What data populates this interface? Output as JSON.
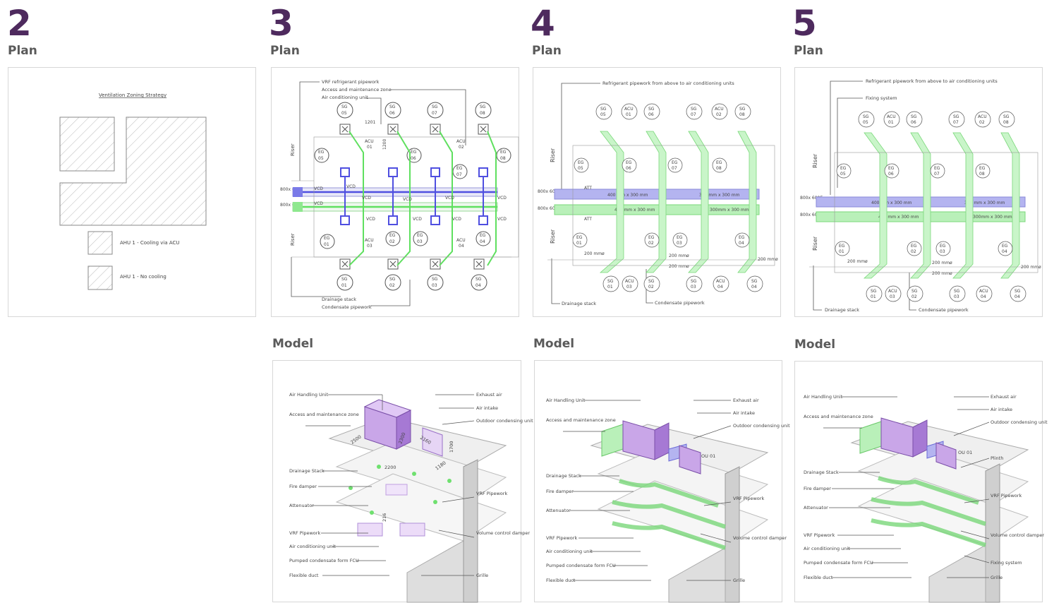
{
  "stages": [
    {
      "number": "2",
      "plan_label": "Plan"
    },
    {
      "number": "3",
      "plan_label": "Plan",
      "model_label": "Model"
    },
    {
      "number": "4",
      "plan_label": "Plan",
      "model_label": "Model"
    },
    {
      "number": "5",
      "plan_label": "Plan",
      "model_label": "Model"
    }
  ],
  "plan2": {
    "title": "Ventilation Zoning Strategy",
    "legend": [
      "AHU 1 - Cooling via ACU",
      "AHU 1 - No cooling"
    ]
  },
  "plan3": {
    "callouts": [
      "VRF refrigerant pipework",
      "Access and maintenance zone",
      "Air conditioning unit",
      "Drainage stack",
      "Condensate pipework"
    ],
    "top_grilles": [
      "05",
      "06",
      "07",
      "08"
    ],
    "bottom_grilles": [
      "01",
      "02",
      "03",
      "04"
    ],
    "extract_top": [
      "05",
      "06",
      "07",
      "08"
    ],
    "extract_bottom": [
      "01",
      "02",
      "03",
      "04"
    ],
    "acu_top": [
      "01",
      "02"
    ],
    "acu_bottom": [
      "03",
      "04"
    ],
    "dims": [
      "1201",
      "1200"
    ],
    "riser": "Riser",
    "duct_labels": [
      "800x 600E",
      "800x 600S"
    ],
    "vcd": "VCD"
  },
  "plan4": {
    "callouts": [
      "Refrigerant pipework from above to air conditioning units",
      "Drainage stack",
      "Condensate pipework"
    ],
    "duct_sizes": [
      "400 mm x 300 mm",
      "300 mm x 300 mm",
      "400 mm x 300 mm",
      "300mm x 300 mm"
    ],
    "pipe": "200 mmø",
    "att": "ATT"
  },
  "plan5": {
    "callouts": [
      "Refrigerant pipework from above to air conditioning units",
      "Fixing system",
      "Drainage stack",
      "Condensate pipework"
    ],
    "duct_sizes": [
      "400 mm x 300 mm",
      "300 mm x 300 mm",
      "400 mm x 300 mm",
      "300mm x 300 mm"
    ],
    "pipe": "200 mmø"
  },
  "model3": {
    "left": [
      "Air Handling Unit",
      "Access and maintenance zone",
      "Drainage Stack",
      "Fire damper",
      "Attenuator",
      "VRF Pipework",
      "Air conditioning unit",
      "Pumped condensate form FCU",
      "Flexible duct"
    ],
    "right": [
      "Exhaust air",
      "Air intake",
      "Outdoor condensing unit",
      "VRF Pipework",
      "Volume control damper",
      "Grille"
    ],
    "dims": [
      "2500",
      "2200",
      "2300",
      "2160",
      "1700",
      "1180",
      "216"
    ]
  },
  "model4": {
    "left": [
      "Air Handling Unit",
      "Access and maintenance zone",
      "Drainage Stack",
      "Fire damper",
      "Attenuator",
      "VRF Pipework",
      "Air conditioning unit",
      "Pumped condensate form FCU",
      "Flexible duct"
    ],
    "right": [
      "Exhaust air",
      "Air intake",
      "Outdoor condensing unit",
      "VRF Pipework",
      "Volume control damper",
      "Grille"
    ],
    "ou": "OU 01"
  },
  "model5": {
    "left": [
      "Air Handling Unit",
      "Access and maintenance zone",
      "Drainage Stack",
      "Fire damper",
      "Attenuator",
      "VRF Pipework",
      "Air conditioning unit",
      "Pumped condensate form FCU",
      "Flexible duct"
    ],
    "right": [
      "Exhaust air",
      "Air intake",
      "Outdoor condensing unit",
      "Plinth",
      "VRF Pipework",
      "Volume control damper",
      "Fixing system",
      "Grille"
    ],
    "ou": "OU 01"
  },
  "colors": {
    "accent": "#4e2a5e",
    "label": "#5a5a5a",
    "supply": "#4f4fe0",
    "pipe": "#5fe05f"
  }
}
